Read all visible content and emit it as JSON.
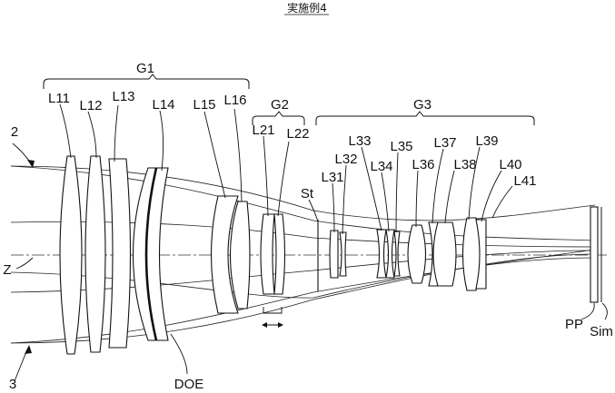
{
  "title": "実施例4",
  "groups": {
    "g1": "G1",
    "g2": "G2",
    "g3": "G3"
  },
  "lenses": {
    "L11": "L11",
    "L12": "L12",
    "L13": "L13",
    "L14": "L14",
    "L15": "L15",
    "L16": "L16",
    "L21": "L21",
    "L22": "L22",
    "L31": "L31",
    "L32": "L32",
    "L33": "L33",
    "L34": "L34",
    "L35": "L35",
    "L36": "L36",
    "L37": "L37",
    "L38": "L38",
    "L39": "L39",
    "L40": "L40",
    "L41": "L41"
  },
  "labels": {
    "ray_2": "2",
    "ray_3": "3",
    "axis": "Z",
    "stop": "St",
    "doe": "DOE",
    "pp": "PP",
    "sim": "Sim"
  }
}
